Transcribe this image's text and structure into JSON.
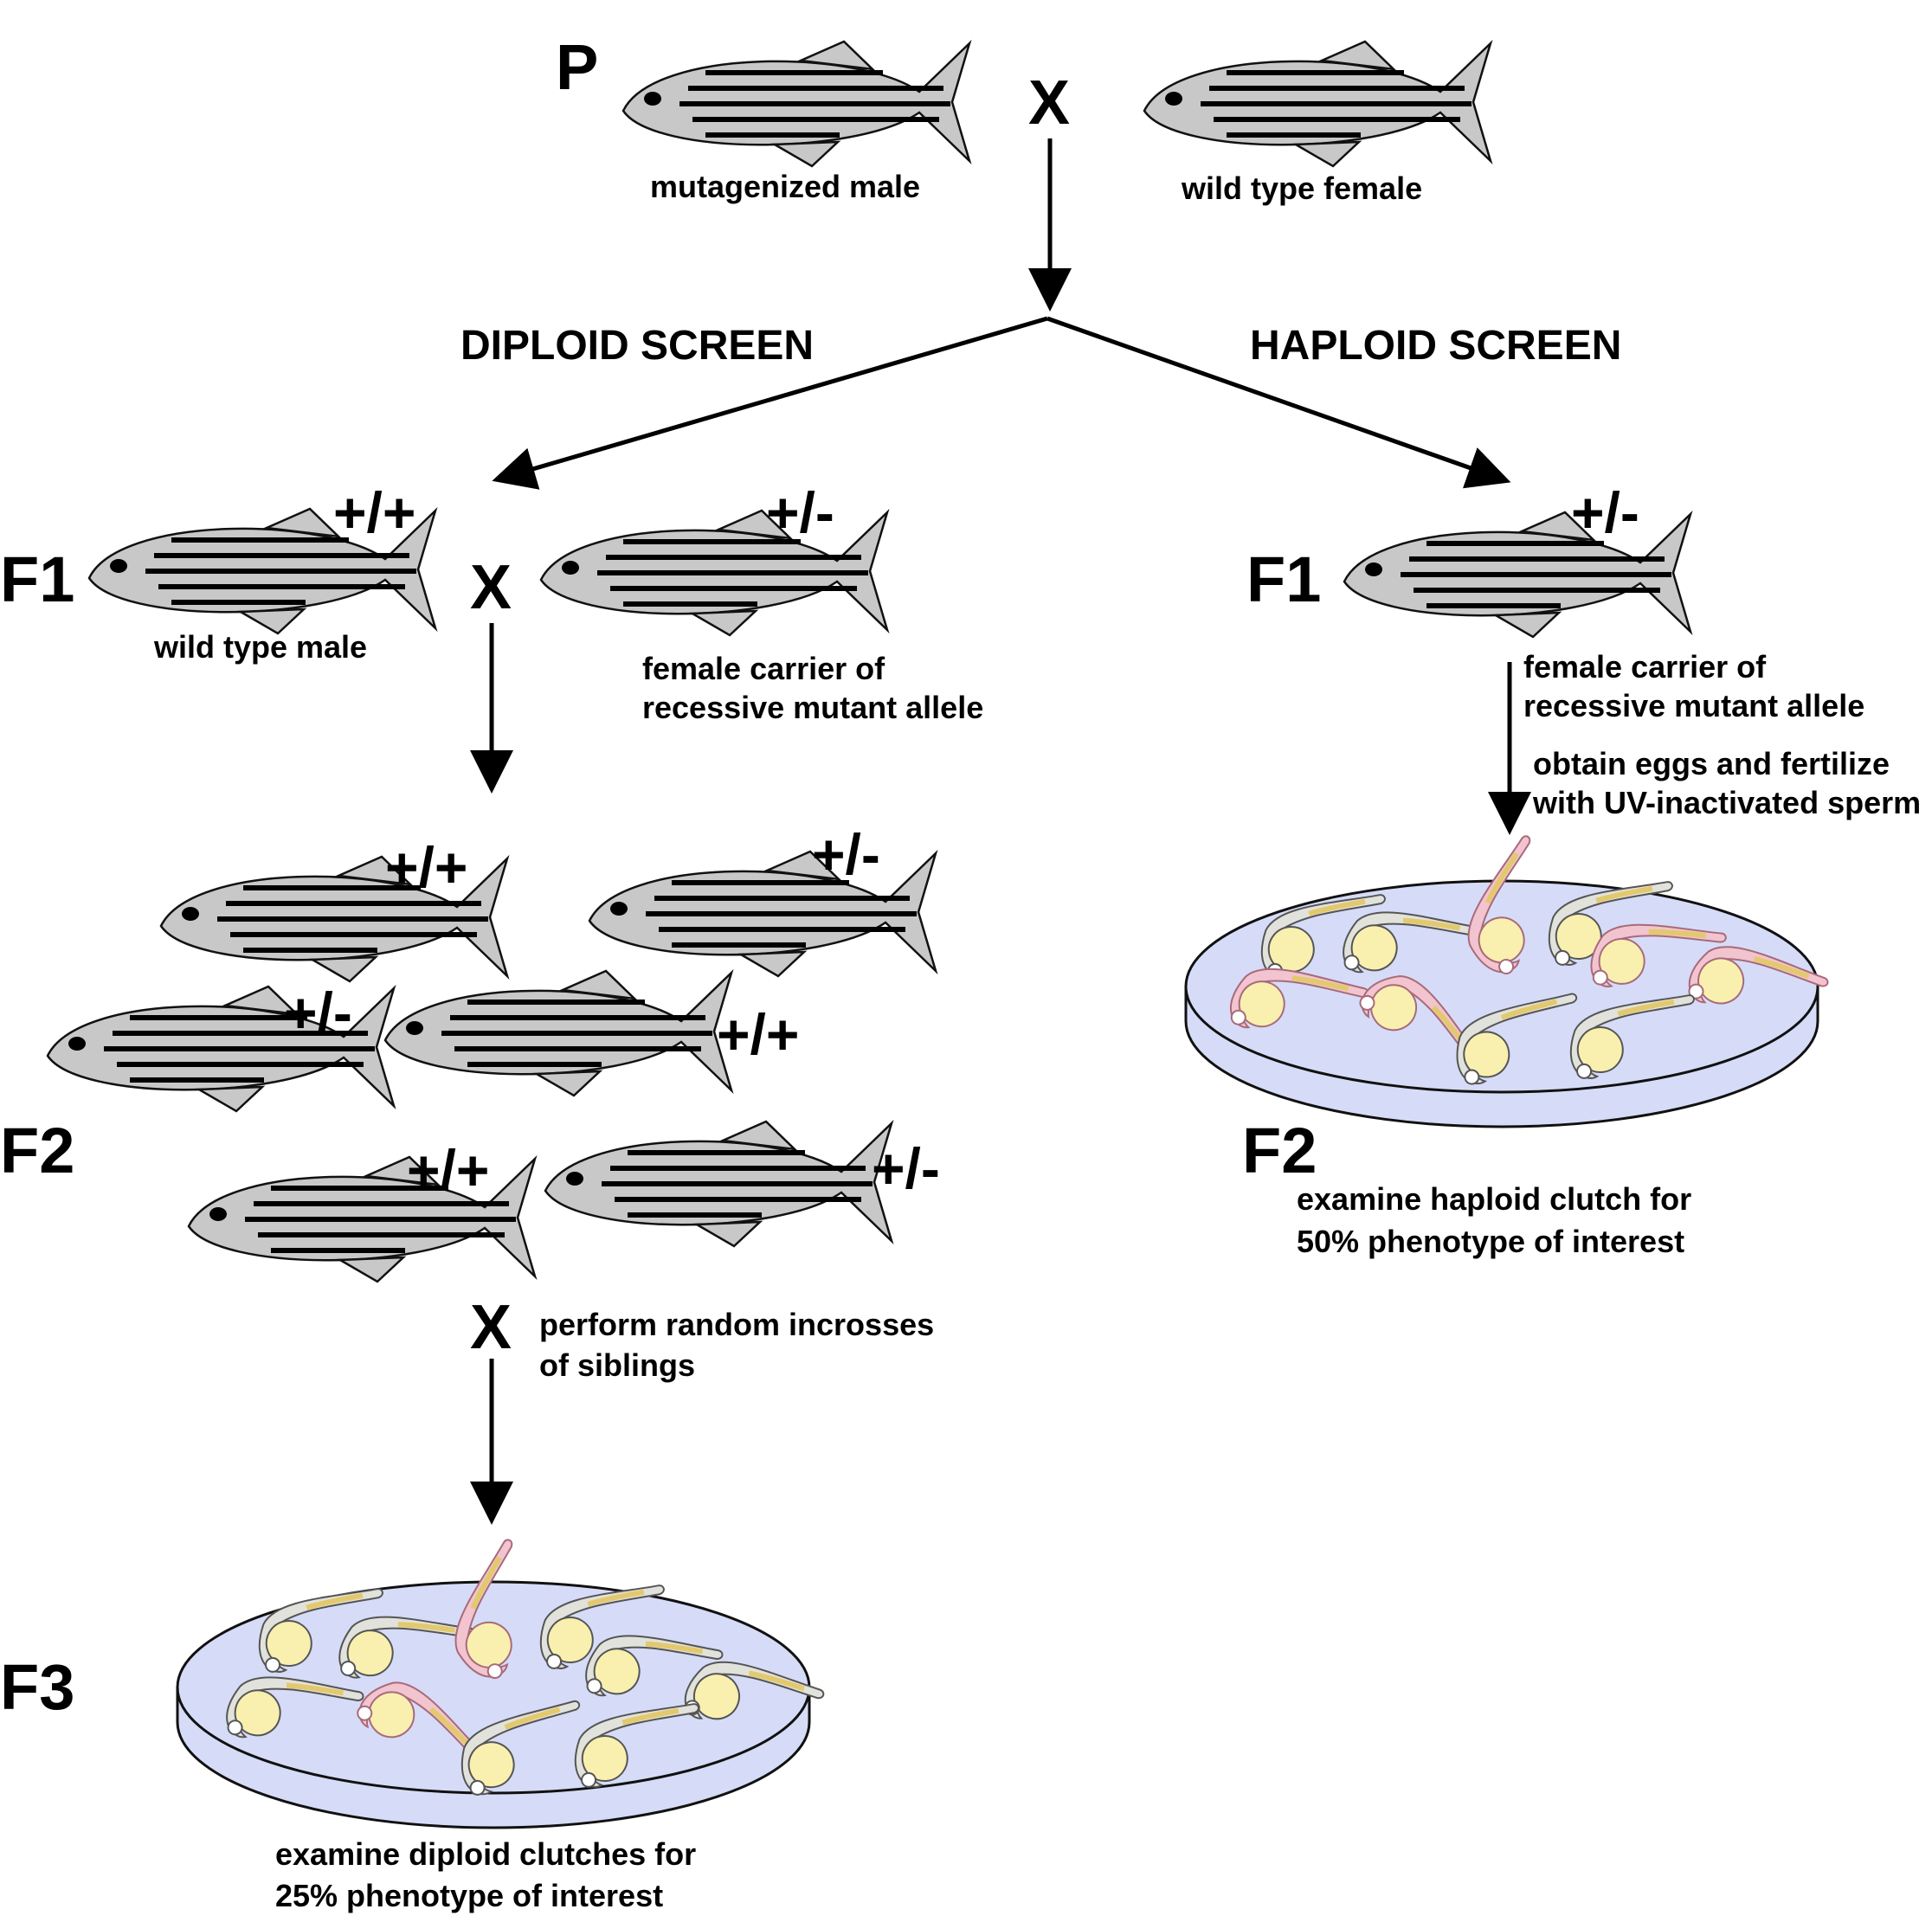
{
  "generations": {
    "p": "P",
    "f1_left": "F1",
    "f1_right": "F1",
    "f2_left": "F2",
    "f2_right": "F2",
    "f3": "F3"
  },
  "screens": {
    "diploid": "DIPLOID SCREEN",
    "haploid": "HAPLOID SCREEN"
  },
  "cross_symbol": "X",
  "parents": {
    "male": "mutagenized male",
    "female": "wild type female"
  },
  "f1_diploid": {
    "male_label": "wild type male",
    "male_genotype": "+/+",
    "female_label_1": "female carrier of",
    "female_label_2": "recessive mutant allele",
    "female_genotype": "+/-"
  },
  "f1_haploid": {
    "genotype": "+/-",
    "label_1": "female carrier of",
    "label_2": "recessive mutant allele",
    "step_1": "obtain eggs and fertilize",
    "step_2": "with UV-inactivated sperm"
  },
  "f2_diploid": {
    "genotypes": [
      "+/+",
      "+/-",
      "+/-",
      "+/+",
      "+/+",
      "+/-"
    ],
    "incross_1": "perform random incrosses",
    "incross_2": "of siblings"
  },
  "f2_haploid": {
    "result_1": "examine haploid clutch for",
    "result_2": "50% phenotype of interest"
  },
  "f3": {
    "result_1": "examine diploid clutches for",
    "result_2": "25% phenotype of interest"
  },
  "colors": {
    "fish_body": "#c8c8c8",
    "dish": "#d6dcf7",
    "embryo_normal": "#e2e2dc",
    "embryo_mutant": "#f2c4cf",
    "yolk": "#f9f0b0"
  }
}
